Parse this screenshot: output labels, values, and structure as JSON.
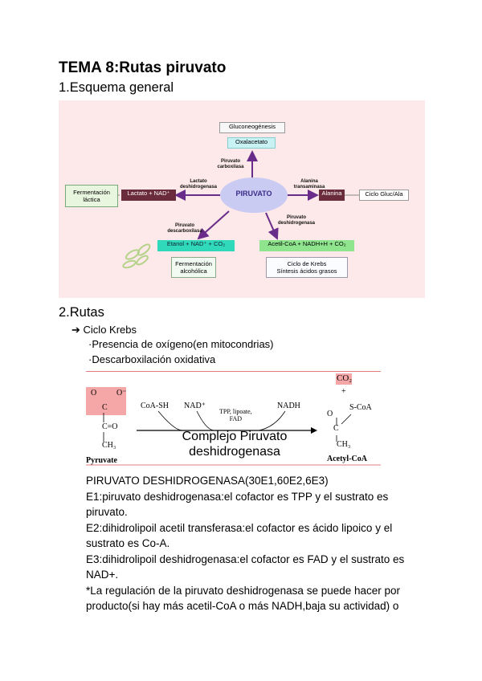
{
  "title": "TEMA 8:Rutas piruvato",
  "section1": "1.Esquema general",
  "diagram": {
    "gluconeogenesis": "Gluconeogénesis",
    "oxalacetato": "Oxalacetato",
    "piruvato_carboxilasa": "Piruvato\ncarboxilasa",
    "lactato_deshidrogenasa": "Lactato\ndeshidrogenasa",
    "alanina_transaminasa": "Alanina\ntransaminasa",
    "fermentacion_lactica": "Fermentación\nláctica",
    "lactato_nad": "Lactato + NAD⁺",
    "piruvato": "PIRUVATO",
    "alanina": "Alanina",
    "ciclo_gluc_ala": "Ciclo Gluc/Ala",
    "piruvato_descarboxilasa": "Piruvato\ndescarboxilasa",
    "piruvato_deshidrogenasa": "Piruvato\ndeshidrogenasa",
    "etanol": "Etanol + NAD⁺ + CO₂",
    "acetil": "Acetil-CoA + NADH+H + CO₂",
    "fermentacion_alcoholica": "Fermentación\nalcohólica",
    "ciclo_krebs": "Ciclo de Krebs\nSíntesis ácidos grasos"
  },
  "section2": "2.Rutas",
  "bullet": "Ciclo Krebs",
  "sub_items": [
    "·Presencia de oxígeno(en mitocondrias)",
    "·Descarboxilación oxidativa"
  ],
  "reaction": {
    "co2": "CO₂",
    "plus": "+",
    "coa_sh": "CoA-SH",
    "nad": "NAD⁺",
    "nadh": "NADH",
    "cofactors": "TPP, lipoate,\nFAD",
    "complex": "Complejo Piruvato\ndeshidrogenasa",
    "pyruvate": "Pyruvate",
    "acetyl": "Acetyl-CoA",
    "s_coa": "S-CoA",
    "ch3": "CH₃",
    "o": "O",
    "o_minus": "O⁻",
    "c": "C",
    "c_o": "C=O"
  },
  "paragraphs": [
    "PIRUVATO DESHIDROGENASA(30E1,60E2,6E3)",
    "E1:piruvato deshidrogenasa:el cofactor es TPP y el sustrato es piruvato.",
    "E2:dihidrolipoil acetil transferasa:el cofactor es ácido lipoico y el sustrato es Co-A.",
    "E3:dihidrolipoil deshidrogenasa:el cofactor es FAD y el sustrato es NAD+.",
    "*La regulación de la piruvato deshidrogenasa se puede hacer por producto(si hay más acetil-CoA o más NADH,baja su actividad) o"
  ]
}
